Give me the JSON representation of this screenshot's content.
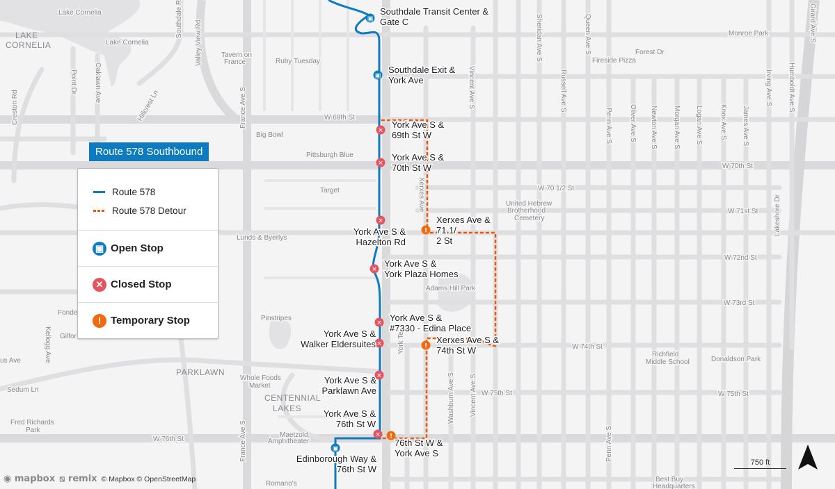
{
  "title": "Route 578 Southbound",
  "legend": {
    "route_label": "Route 578",
    "detour_label": "Route 578 Detour",
    "open_stop": "Open Stop",
    "closed_stop": "Closed Stop",
    "temporary_stop": "Temporary Stop"
  },
  "colors": {
    "route": "#0e7bbf",
    "detour": "#e8590c",
    "open": "#0e7bbf",
    "closed": "#e5545e",
    "temporary": "#f26a10"
  },
  "stops": [
    {
      "status": "open",
      "name": [
        "Southdale Transit Center &",
        "Gate C"
      ]
    },
    {
      "status": "open",
      "name": [
        "Southdale Exit &",
        "York Ave"
      ]
    },
    {
      "status": "closed",
      "name": [
        "York Ave S &",
        "69th St W"
      ]
    },
    {
      "status": "closed",
      "name": [
        "York Ave S &",
        "70th St W"
      ]
    },
    {
      "status": "closed",
      "name": [
        "York Ave S &",
        "Hazelton Rd"
      ]
    },
    {
      "status": "closed",
      "name": [
        "York Ave S &",
        "York Plaza Homes"
      ]
    },
    {
      "status": "closed",
      "name": [
        "York Ave S &",
        "#7330 - Edina Place"
      ]
    },
    {
      "status": "closed",
      "name": [
        "York Ave S &",
        "Walker Eldersuites"
      ]
    },
    {
      "status": "closed",
      "name": [
        "York Ave S &",
        "Parklawn Ave"
      ]
    },
    {
      "status": "closed",
      "name": [
        "York Ave S &",
        "76th St W"
      ]
    },
    {
      "status": "temporary",
      "name": [
        "Xerxes Ave &",
        "71 1/",
        "2 St"
      ]
    },
    {
      "status": "temporary",
      "name": [
        "Xerxes Ave S &",
        "74th St W"
      ]
    },
    {
      "status": "temporary",
      "name": [
        "76th St W &",
        "York Ave S"
      ]
    },
    {
      "status": "open",
      "name": [
        "Edinborough Way &",
        "76th St W"
      ]
    }
  ],
  "map_labels": [
    "Lake Cornelia",
    "LAKE",
    "CORNELIA",
    "Lake Cornelia",
    "Southdale Rd",
    "Valley View Rd",
    "Tavern on",
    "France",
    "Ruby Tuesday",
    "Creston Rd",
    "Point Dr",
    "Oaklawn Ave",
    "Hillcrest Ln",
    "Big Bowl",
    "W 69th St",
    "Pittsburgh Blue",
    "Target",
    "France Ave S",
    "Lunds & Byerlys",
    "Pinstripes",
    "Whole Foods",
    "Market",
    "PARKLAWN",
    "CENTENNIAL",
    "LAKES",
    "Fred Richards",
    "Park",
    "W 76th St",
    "Maetzold",
    "Amphitheater",
    "Sedum Ln",
    "Kellogg Ave",
    "Monroe Park",
    "Forest Dr",
    "Fireside Pizza",
    "Queen Ave S",
    "Sheridan Ave S",
    "Russell Ave S",
    "Vincent Ave S",
    "Penn Ave S",
    "Oliver Ave S",
    "Newton Ave S",
    "Morgan Ave S",
    "Logan Ave S",
    "Knox Ave S",
    "James Ave S",
    "Irving Ave S",
    "Humboldt Ave S",
    "Girard Ave S",
    "Lakeshore Dr",
    "W 70th St",
    "W 70 1/2 St",
    "W 71st St",
    "W 72nd St",
    "W 73rd St",
    "W 74th St",
    "W 75th St",
    "W 75th St",
    "United Hebrew",
    "Brotherhood",
    "Cemetery",
    "Adams Hill Park",
    "Richfield",
    "Middle School",
    "Donaldson Park",
    "Xerxes Ave",
    "York Ter",
    "Washburn Ave S",
    "Vincent Ave S",
    "Best Buy",
    "Headquarters",
    "Penn Ave S",
    "France Ave S",
    "Fonde",
    "Gilfor",
    "us Ave",
    "Romano's"
  ],
  "attribution": {
    "mapbox_logo": "mapbox",
    "remix_logo": "remix",
    "text": "© Mapbox © OpenStreetMap"
  },
  "scale": "750 ft",
  "compass": "north-arrow"
}
